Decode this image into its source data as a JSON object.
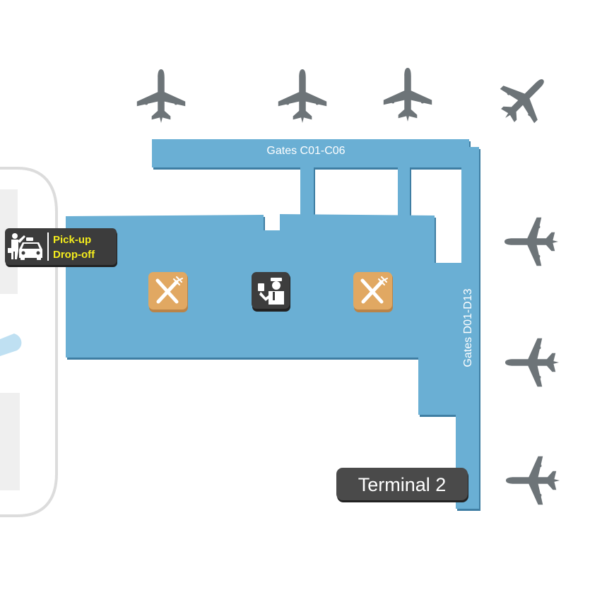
{
  "map": {
    "terminal_label": "Terminal 2",
    "gates_c_label": "Gates C01-C06",
    "gates_d_label": "Gates D01-D13",
    "pickup": {
      "line1": "Pick-up",
      "line2": "Drop-off",
      "icon": "taxi-pickup-icon"
    },
    "poi_icons": [
      "restaurant-icon",
      "immigration-icon",
      "restaurant-icon"
    ],
    "aircraft_count": 7,
    "colors": {
      "terminal_fill": "#6aafd4",
      "terminal_shadow": "#3f7ea3",
      "aircraft": "#6d7478",
      "restaurant_icon_bg": "#e1a862",
      "immigration_icon_bg": "#3d3d3d",
      "pickup_sign_bg": "#3c3c3c",
      "pickup_text": "#f4ec1d",
      "terminal_tag_bg": "#4a4a4a",
      "road_outline": "#dcdcdc"
    }
  }
}
